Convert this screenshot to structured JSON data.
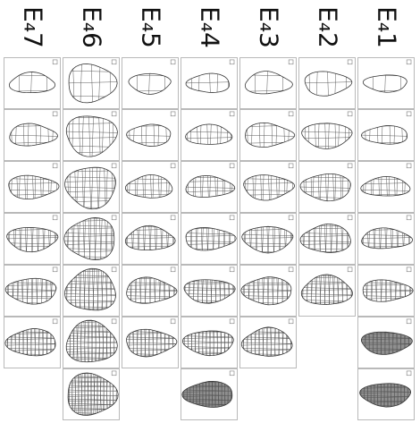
{
  "figure": {
    "columns": [
      {
        "label": "E₄7",
        "tiles": 6
      },
      {
        "label": "E₄6",
        "tiles": 7
      },
      {
        "label": "E₄5",
        "tiles": 6
      },
      {
        "label": "E₄4",
        "tiles": 7
      },
      {
        "label": "E₄3",
        "tiles": 6
      },
      {
        "label": "E₄2",
        "tiles": 5
      },
      {
        "label": "E₄1",
        "tiles": 7
      }
    ],
    "colors": {
      "line": "#555555",
      "tile_border": "#b9b9b9",
      "dark_fill": "#8f8f8f"
    }
  }
}
